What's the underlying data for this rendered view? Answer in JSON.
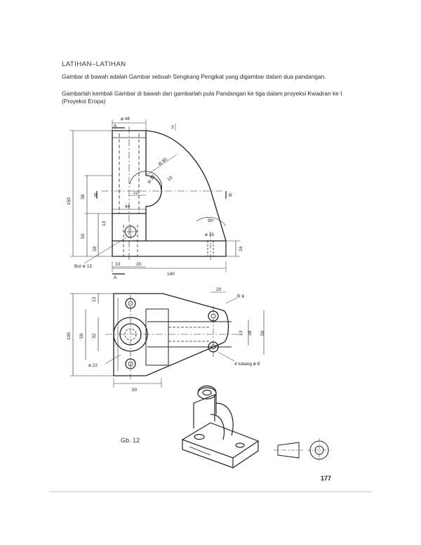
{
  "page": {
    "heading": "LATIHAN–LATIHAN",
    "paragraph_1": "Gambar di bawah adalah Gambar sebuah Sengkang Pengikat yang digambar dalam dua pandangan.",
    "paragraph_2": "Gambarlah kembali Gambar di bawah dan gambarlah pula Pandangan ke tiga dalam proyeksi Kwadran ke I (Proyeksi Eropa)",
    "figure_caption": "Gb. 12",
    "page_number": "177"
  },
  "front_view": {
    "dims": {
      "d_44": "ø 44",
      "a_label": "A",
      "three": "3",
      "r65": "R 65",
      "r22": "R 22",
      "ten": "10",
      "twenty_two": "22",
      "b_label": "B",
      "forty_four": "44",
      "one_fifty": "150",
      "thirty_eight": "38",
      "thirteen": "13",
      "fifty": "50",
      "twenty_eight": "28",
      "ninety_deg": "90°",
      "d16": "ø 16",
      "sixteen": "16",
      "bor13": "Bor ø 13",
      "ten_b": "10",
      "twenty": "20",
      "one_forty": "140"
    }
  },
  "top_view": {
    "dims": {
      "twenty": "20",
      "r6": "R 6",
      "thirteen_a": "13",
      "one_hundred": "100",
      "fifty_six": "56",
      "thirty_two": "32",
      "thirteen_b": "13",
      "thirty_eight": "38",
      "fifty": "50",
      "d22": "ø 22",
      "lubang": "4 lubang ø 8",
      "fifty_b": "50"
    }
  }
}
